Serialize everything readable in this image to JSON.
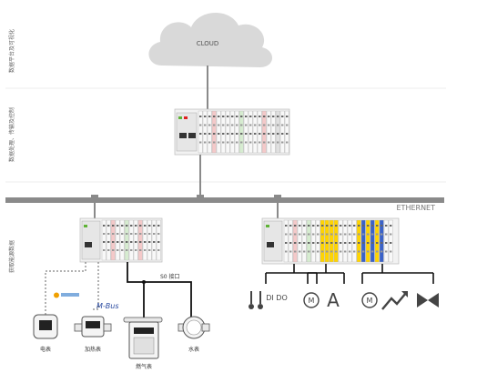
{
  "cloud": {
    "label": "CLOUD",
    "fill": "#d9d9d9"
  },
  "side_labels": {
    "top": "数据平台及可视化",
    "middle": "数据处理、传输及控制",
    "bottom": "获取能源数据"
  },
  "network": {
    "label": "ETHERNET",
    "color": "#8a8a8a"
  },
  "bus_label": "S0 接口",
  "meters": {
    "electric": "电表",
    "heat": "加热表",
    "gas": "燃气表",
    "water": "水表"
  },
  "brand_badge": "M-Bus",
  "io_icons": {
    "group1_text": "DI DO",
    "group2_letter": "A",
    "motor_symbol": "M"
  },
  "colors": {
    "accent_green": "#5fb336",
    "accent_yellow": "#ffd400",
    "accent_blue": "#3a62c9",
    "accent_red": "#e02020",
    "line_dark": "#111111",
    "line_gray": "#8a8a8a"
  }
}
